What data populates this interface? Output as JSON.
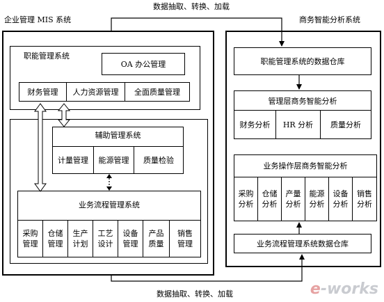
{
  "top_flow_label": "数据抽取、转换、加载",
  "bottom_flow_label": "数据抽取、转换、加载",
  "mis": {
    "title": "企业管理 MIS 系统",
    "functional": {
      "title": "职能管理系统",
      "oa": "OA 办公管理",
      "items": [
        "财务管理",
        "人力资源管理",
        "全面质量管理"
      ]
    },
    "auxiliary": {
      "title": "辅助管理系统",
      "items": [
        "计量管理",
        "能源管理",
        "质量检验"
      ]
    },
    "business": {
      "title": "业务流程管理系统",
      "items": [
        "采购管理",
        "仓储管理",
        "生产计划",
        "工艺设计",
        "设备管理",
        "产品质量",
        "销售管理"
      ]
    }
  },
  "bi": {
    "title": "商务智能分析系统",
    "functional_dw": "职能管理系统的数据仓库",
    "management": {
      "title": "管理层商务智能分析",
      "items": [
        "财务分析",
        "HR 分析",
        "质量分析"
      ]
    },
    "operational": {
      "title": "业务操作层商务智能分析",
      "items": [
        "采购分析",
        "仓储分析",
        "产量分析",
        "能源分析",
        "设备分析",
        "销售分析"
      ]
    },
    "business_dw": "业务流程管理系统数据仓库"
  },
  "logo": {
    "prefix": "e",
    "rest": "-works"
  }
}
